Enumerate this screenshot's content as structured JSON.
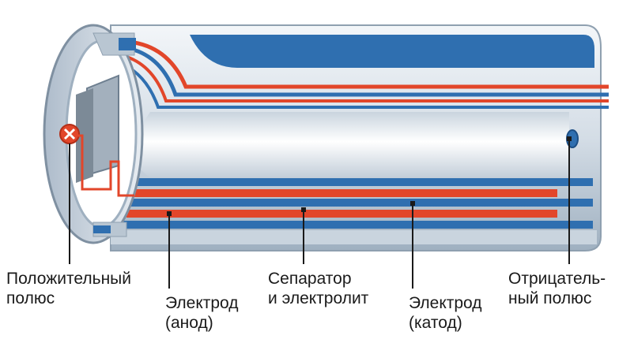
{
  "diagram": {
    "colors": {
      "casing_light": "#e9eef3",
      "casing_mid": "#b9c6d2",
      "casing_dark": "#8fa0b0",
      "electrode_blue": "#2f6fb0",
      "electrode_red": "#e2462a",
      "leader": "#1a1a1a"
    },
    "labels": {
      "positive_pole": {
        "line1": "Положительный",
        "line2": "полюс"
      },
      "anode": {
        "line1": "Электрод",
        "line2": "(анод)"
      },
      "separator": {
        "line1": "Сепаратор",
        "line2": "и электролит"
      },
      "cathode": {
        "line1": "Электрод",
        "line2": "(катод)"
      },
      "negative_pole": {
        "line1": "Отрицатель-",
        "line2": "ный полюс"
      }
    }
  }
}
